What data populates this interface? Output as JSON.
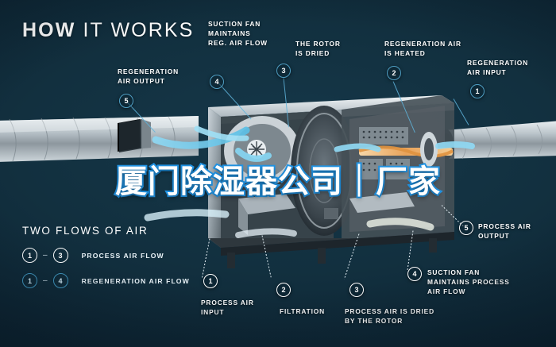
{
  "title": {
    "bold": "HOW",
    "light": "IT WORKS"
  },
  "colors": {
    "background": "#0d2331",
    "accent_airflow": "#7fd3f0",
    "regeneration_ring": "#4e9dc2",
    "process_ring": "#ffffff",
    "watermark_outline": "#2196e8"
  },
  "watermark": {
    "text": "厦门除湿器公司｜厂家"
  },
  "callouts": {
    "regeneration": [
      {
        "number": "1",
        "lines": [
          "REGENERATION",
          "AIR INPUT"
        ]
      },
      {
        "number": "2",
        "lines": [
          "REGENERATION AIR",
          "IS HEATED"
        ]
      },
      {
        "number": "3",
        "lines": [
          "THE ROTOR",
          "IS DRIED"
        ]
      },
      {
        "number": "4",
        "lines": [
          "SUCTION FAN",
          "MAINTAINS",
          "REG. AIR FLOW"
        ]
      },
      {
        "number": "5",
        "lines": [
          "REGENERATION",
          "AIR OUTPUT"
        ]
      }
    ],
    "process": [
      {
        "number": "1",
        "lines": [
          "PROCESS AIR",
          "INPUT"
        ]
      },
      {
        "number": "2",
        "lines": [
          "FILTRATION"
        ]
      },
      {
        "number": "3",
        "lines": [
          "PROCESS AIR IS DRIED",
          "BY THE ROTOR"
        ]
      },
      {
        "number": "4",
        "lines": [
          "SUCTION FAN",
          "MAINTAINS PROCESS",
          "AIR FLOW"
        ]
      },
      {
        "number": "5",
        "lines": [
          "PROCESS AIR",
          "OUTPUT"
        ]
      }
    ]
  },
  "legend": {
    "heading": "TWO FLOWS OF AIR",
    "rows": [
      {
        "from": "1",
        "dash": "–",
        "to": "3",
        "label": "PROCESS AIR FLOW",
        "style": "white"
      },
      {
        "from": "1",
        "dash": "–",
        "to": "4",
        "label": "REGENERATION AIR FLOW",
        "style": "blue"
      }
    ]
  }
}
